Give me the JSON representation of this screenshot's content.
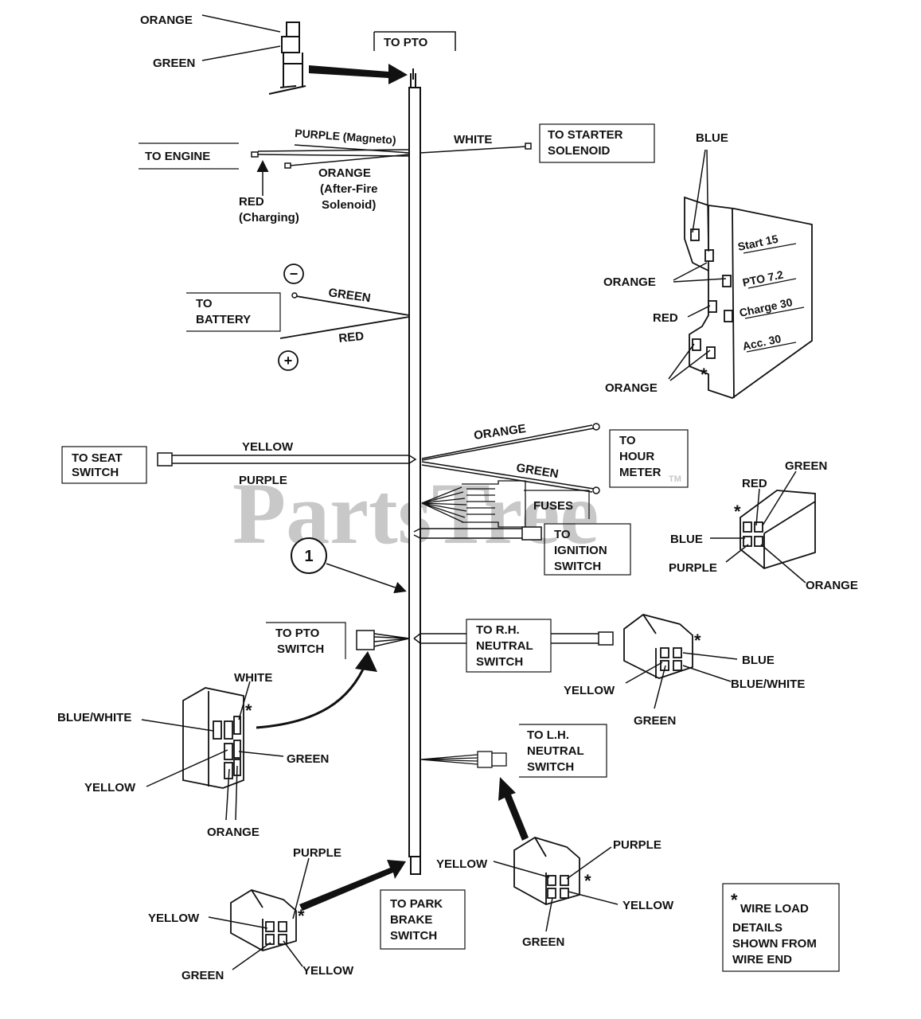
{
  "watermark": {
    "text": "PartsTree",
    "tm": "TM"
  },
  "callout": "1",
  "boxes": {
    "to_pto": [
      "TO PTO"
    ],
    "to_engine": [
      "TO ENGINE"
    ],
    "starter": [
      "TO STARTER",
      "SOLENOID"
    ],
    "battery": [
      "TO",
      "BATTERY"
    ],
    "seat": [
      "TO SEAT",
      "SWITCH"
    ],
    "hour": [
      "TO",
      "HOUR",
      "METER"
    ],
    "fuses": [
      "FUSES"
    ],
    "ignition": [
      "TO",
      "IGNITION",
      "SWITCH"
    ],
    "pto_switch": [
      "TO PTO",
      "SWITCH"
    ],
    "rh_neutral": [
      "TO R.H.",
      "NEUTRAL",
      "SWITCH"
    ],
    "lh_neutral": [
      "TO L.H.",
      "NEUTRAL",
      "SWITCH"
    ],
    "park": [
      "TO PARK",
      "BRAKE",
      "SWITCH"
    ],
    "note": [
      "WIRE LOAD",
      "DETAILS",
      "SHOWN FROM",
      "WIRE END"
    ]
  },
  "wire_labels": {
    "pto_orange": "ORANGE",
    "pto_green": "GREEN",
    "purple_magneto": "PURPLE (Magneto)",
    "white": "WHITE",
    "red_charging": [
      "RED",
      "(Charging)"
    ],
    "orange_afterfire": [
      "ORANGE",
      "(After-Fire",
      "Solenoid)"
    ],
    "battery_green": "GREEN",
    "battery_red": "RED",
    "minus": "−",
    "plus": "+",
    "seat_yellow": "YELLOW",
    "seat_purple": "PURPLE",
    "hour_orange": "ORANGE",
    "hour_green": "GREEN"
  },
  "fuse_block": {
    "blue": "BLUE",
    "orange_top": "ORANGE",
    "red": "RED",
    "orange_bottom": "ORANGE",
    "star": "*",
    "ratings": [
      "Start  15",
      "PTO  7.2",
      "Charge  30",
      "Acc.  30"
    ]
  },
  "ignition_conn": {
    "star": "*",
    "red": "RED",
    "green": "GREEN",
    "blue": "BLUE",
    "purple": "PURPLE",
    "orange": "ORANGE"
  },
  "rh_conn": {
    "star": "*",
    "blue": "BLUE",
    "blue_white": "BLUE/WHITE",
    "yellow": "YELLOW",
    "green": "GREEN"
  },
  "pto_conn": {
    "white": "WHITE",
    "star": "*",
    "blue_white": "BLUE/WHITE",
    "green": "GREEN",
    "yellow": "YELLOW",
    "orange": "ORANGE"
  },
  "lh_conn": {
    "yellow_left": "YELLOW",
    "purple": "PURPLE",
    "star": "*",
    "yellow_right": "YELLOW",
    "green": "GREEN"
  },
  "park_conn": {
    "purple": "PURPLE",
    "star": "*",
    "yellow_left": "YELLOW",
    "green": "GREEN",
    "yellow_right": "YELLOW"
  },
  "note_star": "*"
}
